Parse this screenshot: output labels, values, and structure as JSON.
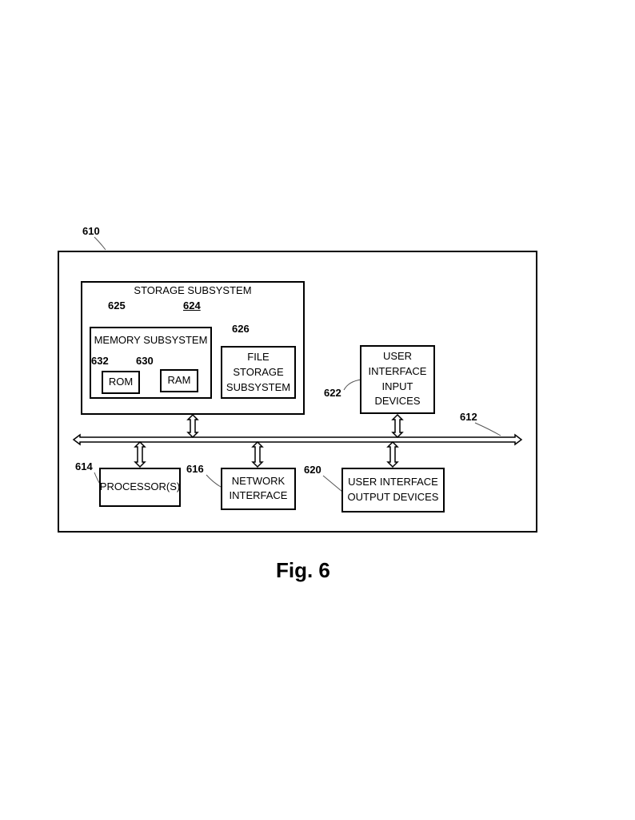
{
  "diagram": {
    "refs": {
      "system": "610",
      "bus": "612",
      "processor": "614",
      "network": "616",
      "ui_output": "620",
      "ui_input": "622",
      "storage_ref": "624",
      "memory": "625",
      "file_storage": "626",
      "ram": "630",
      "rom": "632"
    },
    "labels": {
      "storage_subsystem": "STORAGE SUBSYSTEM",
      "memory_subsystem": "MEMORY SUBSYSTEM",
      "rom": "ROM",
      "ram": "RAM",
      "file_storage_1": "FILE",
      "file_storage_2": "STORAGE",
      "file_storage_3": "SUBSYSTEM",
      "ui_input_1": "USER",
      "ui_input_2": "INTERFACE",
      "ui_input_3": "INPUT",
      "ui_input_4": "DEVICES",
      "processor": "PROCESSOR(S)",
      "network_1": "NETWORK",
      "network_2": "INTERFACE",
      "ui_output_1": "USER INTERFACE",
      "ui_output_2": "OUTPUT DEVICES"
    },
    "caption": "Fig. 6"
  }
}
